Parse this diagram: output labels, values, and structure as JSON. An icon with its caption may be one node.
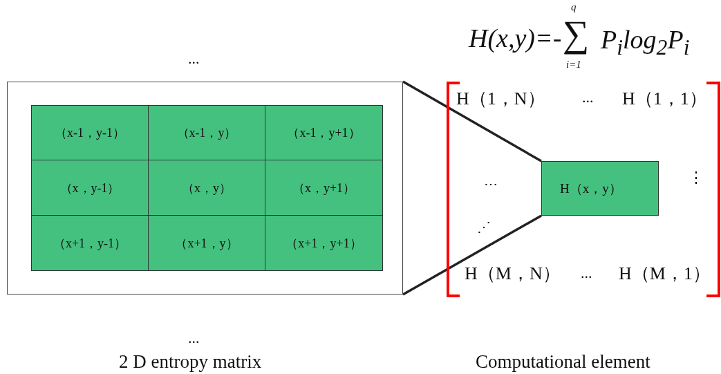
{
  "diagram": {
    "nodes": [
      {
        "text": [],
        "shape": "box"
      },
      {
        "text": [
          "（x-1，y-1）"
        ],
        "in": 0
      },
      {
        "text": [
          "（x-1，y）"
        ],
        "in": 0
      },
      {
        "text": [
          "（x-1，y+1）"
        ],
        "in": 0
      },
      {
        "text": [
          "（x，y-1）"
        ],
        "in": 0
      },
      {
        "text": [
          "（x，y）"
        ],
        "in": 0
      },
      {
        "text": [
          "（x，y+1）"
        ],
        "in": 0
      },
      {
        "text": [
          "（x+1，y-1）"
        ],
        "in": 0
      },
      {
        "text": [
          "（x+1，y）"
        ],
        "in": 0
      },
      {
        "text": [
          "（x+1，y+1）"
        ],
        "in": 0
      },
      {
        "text": [
          "H（x，y）"
        ]
      }
    ],
    "edges": [
      {
        "from": 0,
        "to": 10,
        "arrow": "none"
      },
      {
        "from": 0,
        "to": 10,
        "arrow": "none"
      }
    ],
    "labels": [
      "q",
      "H(x,y)=-",
      "∑",
      "P$_{i}$log$_{2}$P$_{i}$",
      "i=1",
      "...",
      "H（1，N）",
      "...",
      "H（1，1）",
      "⋯",
      "⋮",
      "⋰",
      "H（M，N）",
      "...",
      "H（M，1）",
      "...",
      "2 D entropy matrix",
      "Computational element"
    ]
  }
}
